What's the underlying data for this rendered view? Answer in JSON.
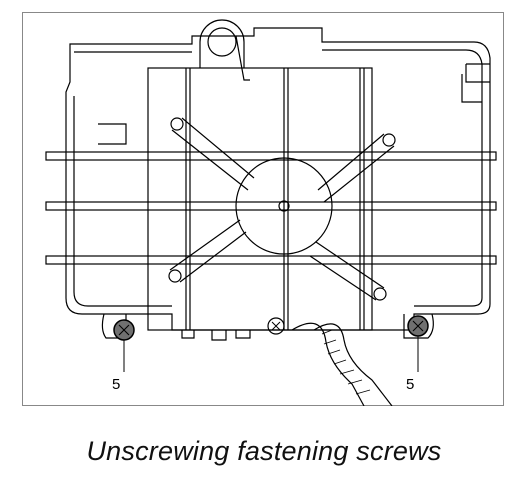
{
  "figure": {
    "callouts": [
      {
        "label": "5"
      },
      {
        "label": "5"
      }
    ]
  },
  "caption": "Unscrewing fastening screws",
  "colors": {
    "line": "#000000",
    "screw_fill": "#707070",
    "frame_border": "#888888"
  }
}
